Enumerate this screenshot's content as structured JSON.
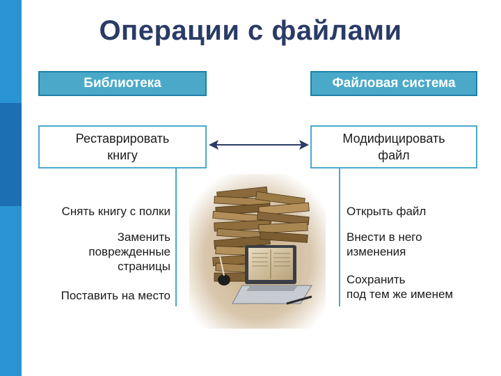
{
  "title": "Операции с файлами",
  "columns": {
    "left": {
      "heading": "Библиотека",
      "task": "Реставрировать\nкнигу",
      "steps": [
        "Снять книгу с полки",
        "Заменить\nповрежденные\nстраницы",
        "Поставить на место"
      ]
    },
    "right": {
      "heading": "Файловая система",
      "task": "Модифицировать\nфайл",
      "steps": [
        "Открыть файл",
        "Внести в него\nизменения",
        "Сохранить\nпод тем же именем"
      ]
    }
  },
  "colors": {
    "title": "#2b3b67",
    "accent": "#4aa9c8",
    "sidebar": "#2a94d2"
  },
  "icons": {
    "arrow": "double-arrow-icon",
    "illustration": "books-and-laptop-illustration"
  }
}
